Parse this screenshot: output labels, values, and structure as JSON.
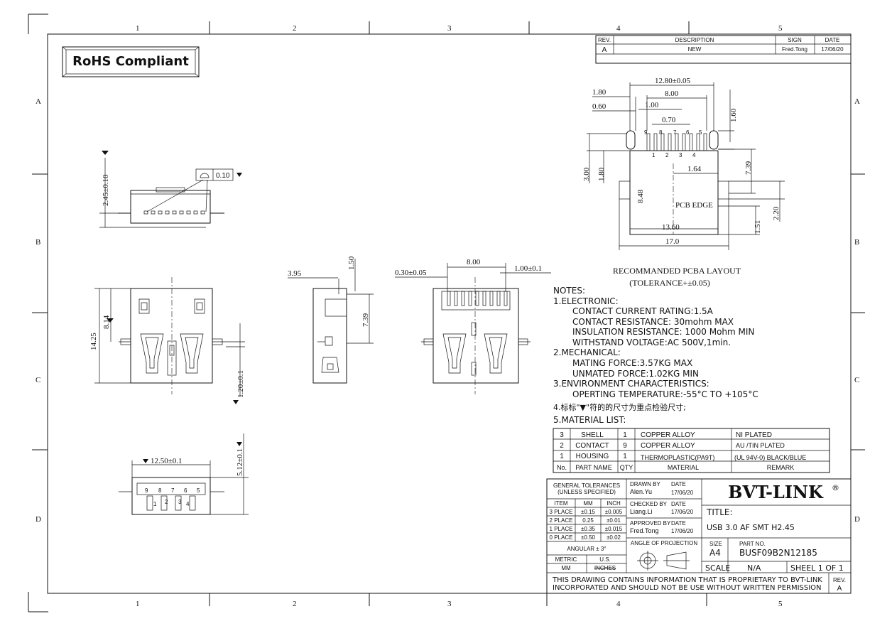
{
  "frame": {
    "columns": [
      "1",
      "2",
      "3",
      "4",
      "5"
    ],
    "rows": [
      "A",
      "B",
      "C",
      "D"
    ]
  },
  "rohs": "RoHS Compliant",
  "revision": {
    "headers": [
      "REV.",
      "DESCRIPTION",
      "SIGN",
      "DATE"
    ],
    "row": [
      "A",
      "NEW",
      "Fred.Tong",
      "17/06/20"
    ]
  },
  "side_view_top": {
    "dim_height": "2.45±0.10",
    "flatness": "0.10"
  },
  "front_view": {
    "dim_total": "14.25",
    "dim_upper": "8.14",
    "dim_lower": "1.20±0.1"
  },
  "side_view": {
    "dim_a": "3.95",
    "dim_b": "1.50",
    "dim_c": "7.39"
  },
  "rear_view": {
    "dim_pin": "0.30±0.05",
    "dim_span": "8.00",
    "dim_pitch": "1.00±0.1"
  },
  "bottom_view": {
    "dim_width": "12.50±0.1",
    "dim_height": "5.12±0.1",
    "pins_top": [
      "9",
      "8",
      "7",
      "6",
      "5"
    ],
    "pins_bottom": [
      "1",
      "2",
      "3",
      "4"
    ]
  },
  "pcb_layout": {
    "dims": {
      "d1280": "12.80±0.05",
      "d180": "1.80",
      "d800": "8.00",
      "d060": "0.60",
      "d100": "1.00",
      "d160": "1.60",
      "d070": "0.70",
      "d739": "7.39",
      "d164": "1.64",
      "d300": "3.00",
      "d180b": "1.80",
      "d848": "8.48",
      "d220": "2.20",
      "d151": "1.51",
      "d1360": "13.60",
      "d170": "17.0"
    },
    "pins_top": [
      "9",
      "8",
      "7",
      "6",
      "5"
    ],
    "pins_bottom": [
      "1",
      "2",
      "3",
      "4"
    ],
    "edge_label": "PCB EDGE",
    "caption1": "RECOMMANDED PCBA LAYOUT",
    "caption2": "(TOLERANCE+±0.05)"
  },
  "notes": {
    "title": "NOTES:",
    "electronic": "1.ELECTRONIC:",
    "e1": "CONTACT CURRENT RATING:1.5A",
    "e2": "CONTACT RESISTANCE: 30mohm MAX",
    "e3": "INSULATION RESISTANCE: 1000 Mohm MIN",
    "e4": "WITHSTAND VOLTAGE:AC 500V,1min.",
    "mechanical": "2.MECHANICAL:",
    "m1": "MATING FORCE:3.57KG MAX",
    "m2": "UNMATED FORCE:1.02KG MIN",
    "environment": "3.ENVIRONMENT CHARACTERISTICS:",
    "env1": "OPERTING TEMPERATURE:-55°C TO +105°C",
    "note4": "4.标标\"▼\"符的的尺寸为重点检验尺寸;",
    "material": "5.MATERIAL LIST:"
  },
  "material_table": {
    "rows": [
      [
        "3",
        "SHELL",
        "1",
        "COPPER ALLOY",
        "NI PLATED"
      ],
      [
        "2",
        "CONTACT",
        "9",
        "COPPER ALLOY",
        "AU /TIN PLATED"
      ],
      [
        "1",
        "HOUSING",
        "1",
        "THERMOPLASTIC(PA9T)",
        "(UL 94V-0) BLACK/BLUE"
      ]
    ],
    "header": [
      "No.",
      "PART NAME",
      "QTY",
      "MATERIAL",
      "REMARK"
    ]
  },
  "title_block": {
    "gen_tol": "GENERAL TOLERANCES",
    "unless": "(UNLESS SPECIFIED)",
    "tol_head": [
      "ITEM",
      "MM",
      "INCH"
    ],
    "tol_rows": [
      [
        "3 PLACE",
        "±0.15",
        "±0.005"
      ],
      [
        "2 PLACE",
        "0.25",
        "±0.01"
      ],
      [
        "1 PLACE",
        "±0.35",
        "±0.015"
      ],
      [
        "0 PLACE",
        "±0.50",
        "±0.02"
      ]
    ],
    "angular": "ANGULAR ± 3°",
    "metric": "METRIC",
    "us": "U.S.",
    "mm": "MM",
    "inches": "INCHES",
    "drawn_by": "DRAWN BY",
    "drawn_name": "Alen.Yu",
    "checked_by": "CHECKED BY",
    "checked_name": "Liang.Li",
    "approved_by": "APPROVED BY",
    "approved_name": "Fred.Tong",
    "date_label": "DATE",
    "date": "17/06/20",
    "projection": "ANGLE OF PROJECTION",
    "company": "BVT-LINK",
    "reg": "®",
    "title_label": "TITLE:",
    "title_value": "USB 3.0 AF SMT H2.45",
    "size_label": "SIZE",
    "size_value": "A4",
    "part_label": "PART NO.",
    "part_value": "BUSF09B2N12185",
    "scale_label": "SCALE",
    "scale_value": "N/A",
    "sheet": "SHEEL 1 OF 1",
    "proprietary1": "THIS DRAWING CONTAINS INFORMATION THAT IS PROPRIETARY TO BVT-LINK",
    "proprietary2": "INCORPORATED AND SHOULD NOT BE USE WITHOUT WRITTEN PERMISSION",
    "rev_label": "REV.",
    "rev_value": "A"
  }
}
